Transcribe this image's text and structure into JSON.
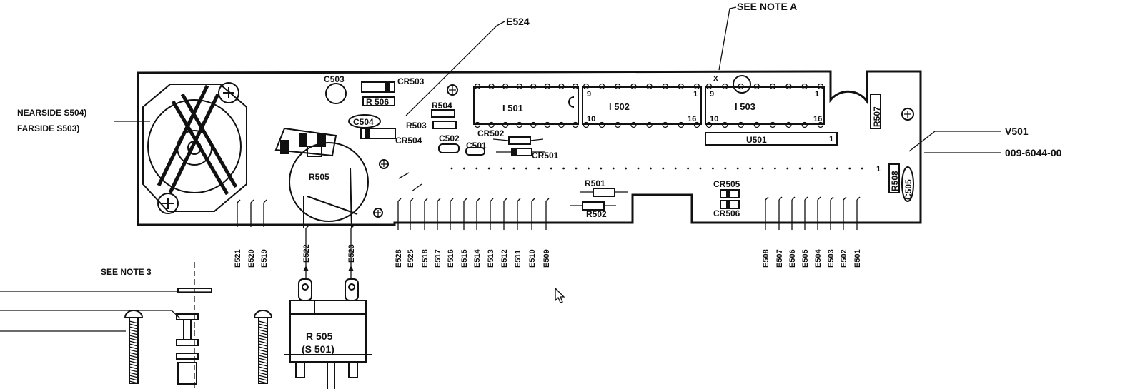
{
  "callouts": {
    "see_note_a": "SEE NOTE A",
    "e524": "E524",
    "nearside": "NEARSIDE S504)",
    "farside": "FARSIDE S503)",
    "v501": "V501",
    "part_number": "009-6044-00",
    "see_note_3": "SEE NOTE 3"
  },
  "components": {
    "c503": "C503",
    "cr503": "CR503",
    "r506_top": "R 506",
    "c504": "C504",
    "r504": "R504",
    "r503": "R503",
    "cr504": "CR504",
    "c502": "C502",
    "c501": "C501",
    "cr502": "CR502",
    "cr501": "CR501",
    "i501": "I 501",
    "i502": "I 502",
    "i503": "I 503",
    "u501": "U501",
    "r507": "R507",
    "r508": "R508",
    "c505": "C505",
    "r505": "R505",
    "r501": "R501",
    "r502": "R502",
    "cr505": "CR505",
    "cr506": "CR506",
    "pin9_a": "9",
    "pin10_a": "10",
    "pin16_a": "16",
    "pin1_a": "1",
    "pin9_b": "9",
    "pin10_b": "10",
    "pin16_b": "16",
    "pin1_b": "1",
    "pin1_c": "1",
    "x_mark": "x"
  },
  "terminals": {
    "left": [
      "E521",
      "E520",
      "E519"
    ],
    "pot": [
      "E522",
      "E523"
    ],
    "middle": [
      "E528",
      "E525",
      "E518",
      "E517",
      "E516",
      "E515",
      "E514",
      "E513",
      "E512",
      "E511",
      "E510",
      "E509"
    ],
    "right": [
      "E508",
      "E507",
      "E506",
      "E505",
      "E504",
      "E503",
      "E502",
      "E501"
    ]
  },
  "assembly": {
    "r505_label": "R 505",
    "s501_label": "(S 501)"
  }
}
